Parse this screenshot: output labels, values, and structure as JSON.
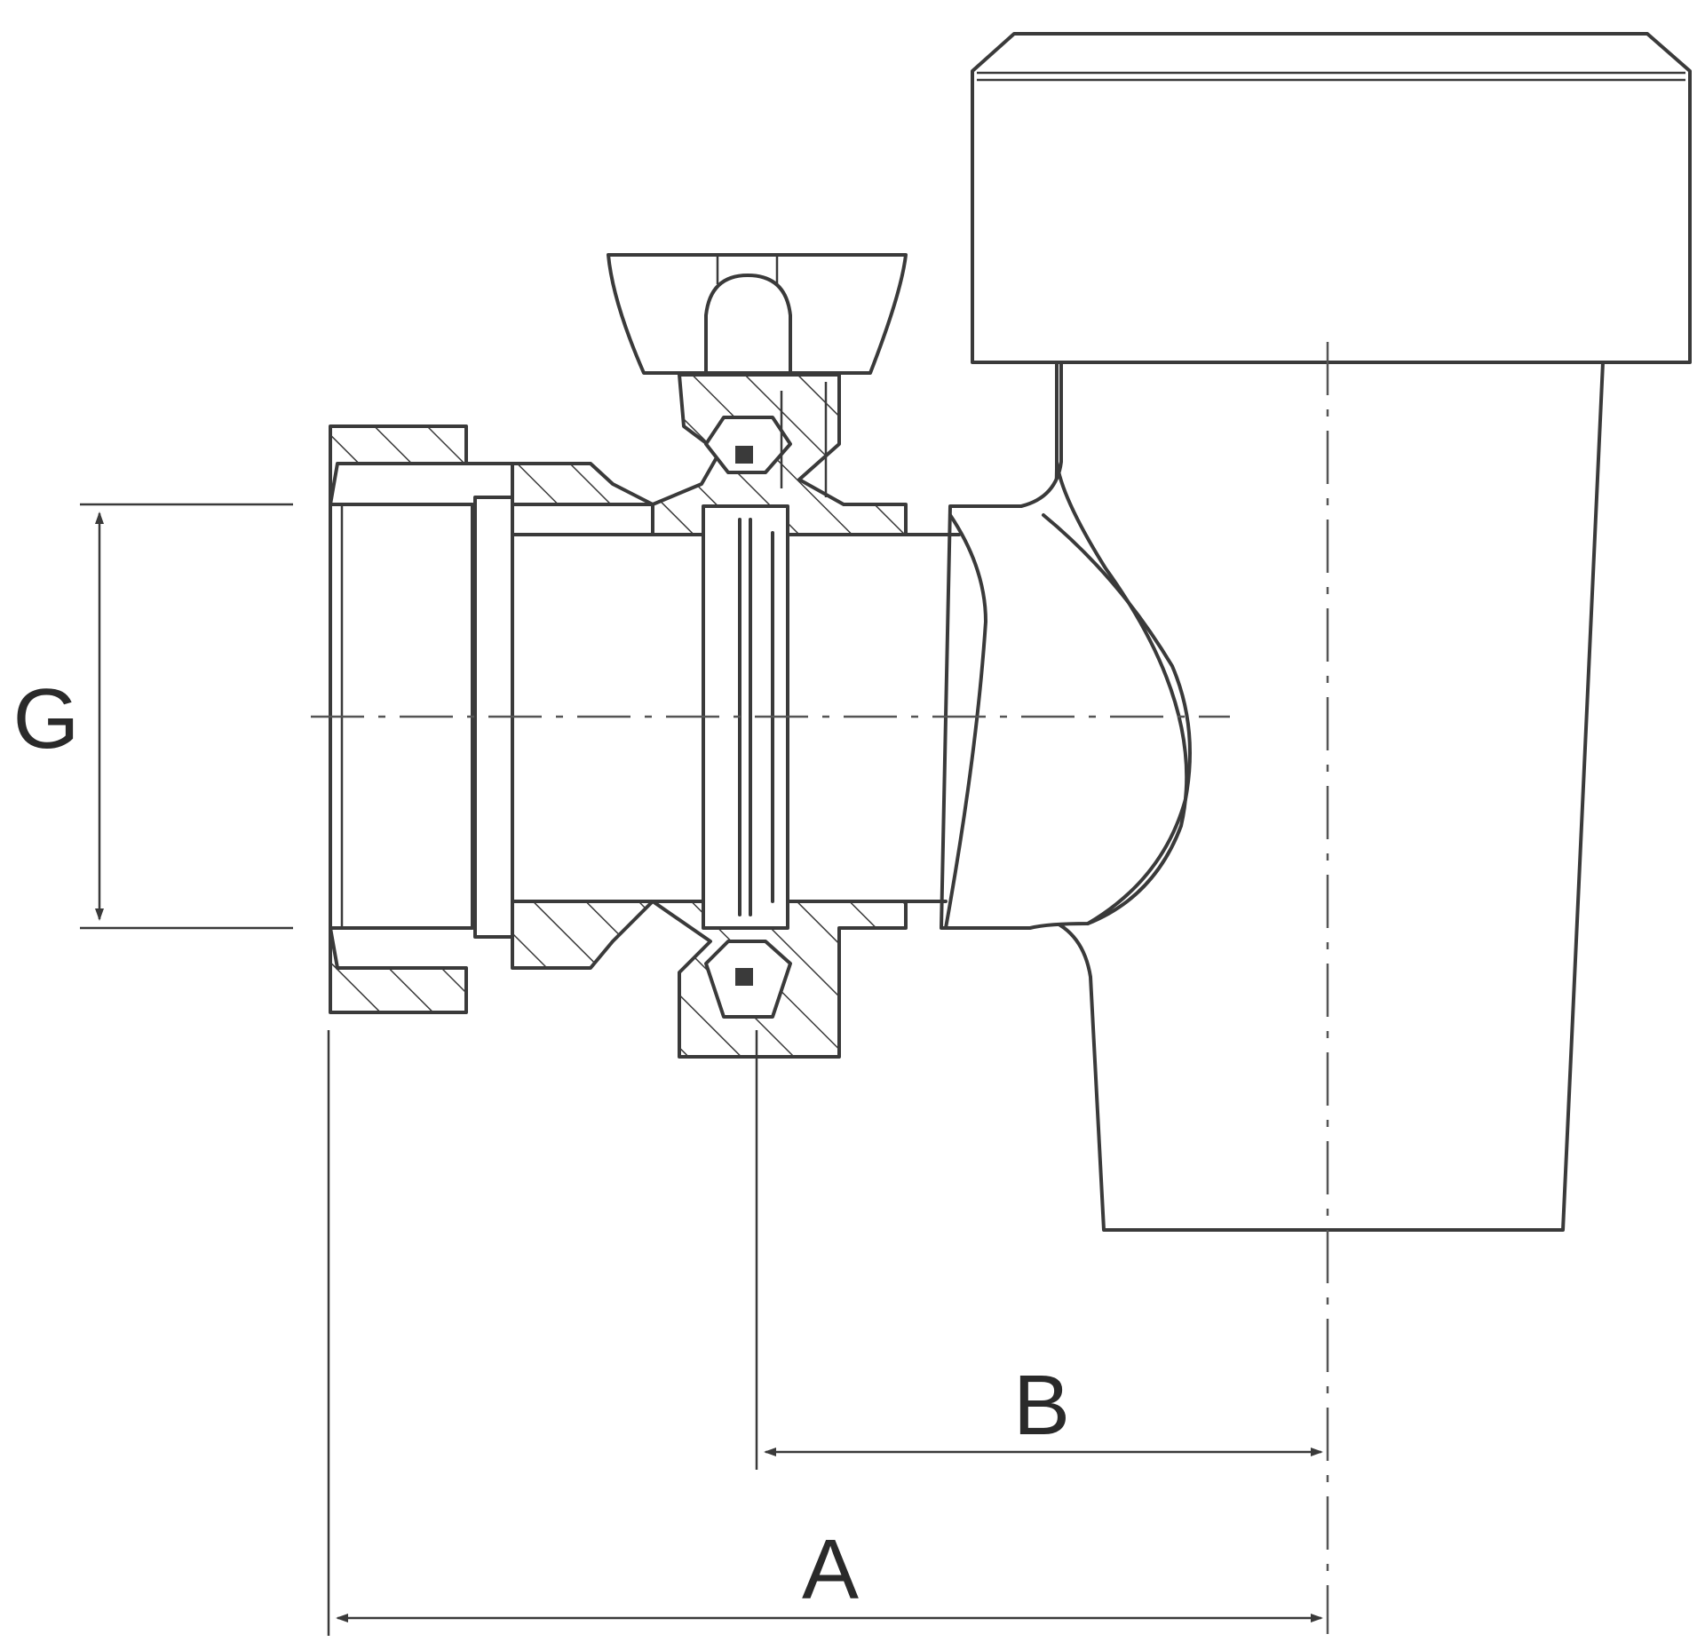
{
  "diagram": {
    "labels": {
      "g": "G",
      "a": "A",
      "b": "B"
    },
    "line_color": "#3a3a3a",
    "background": "#ffffff"
  }
}
